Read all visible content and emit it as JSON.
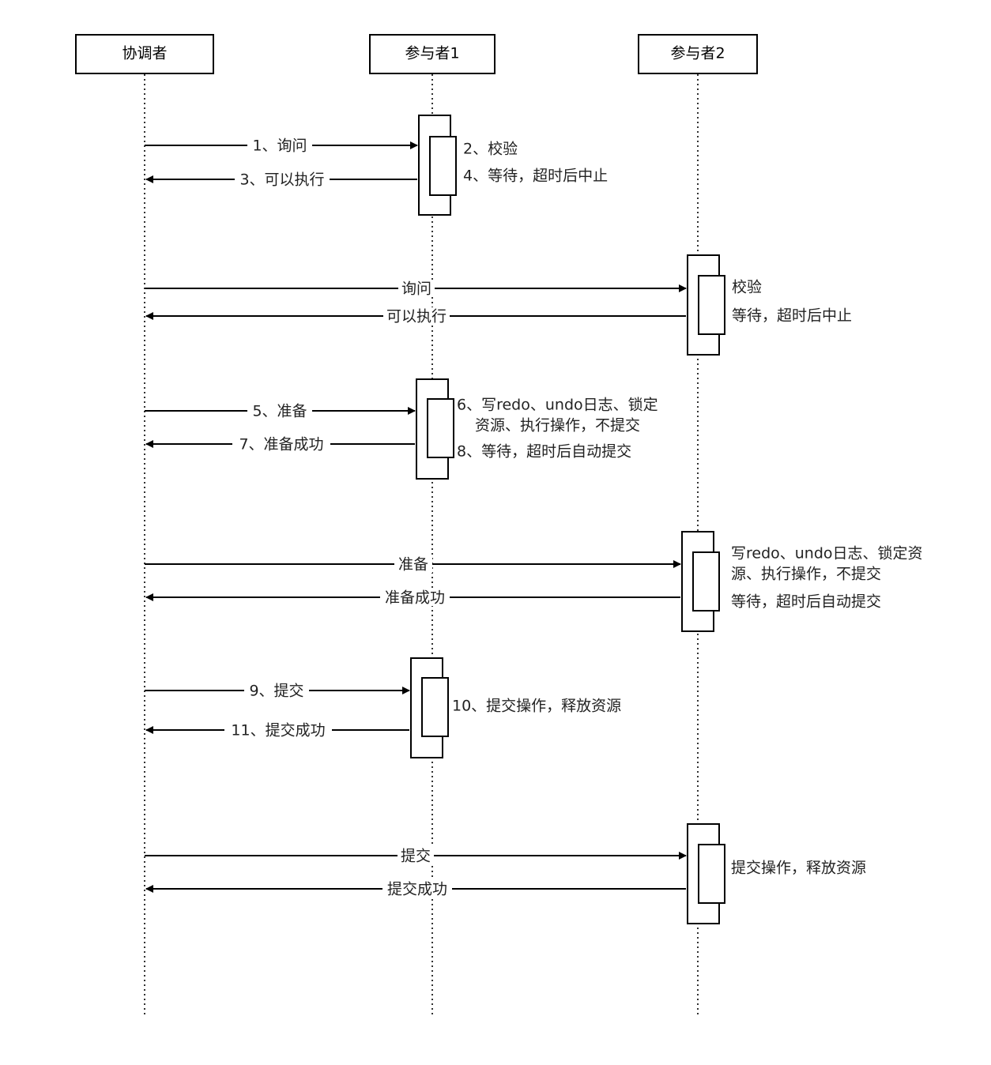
{
  "actors": [
    {
      "id": "coordinator",
      "label": "协调者"
    },
    {
      "id": "p1",
      "label": "参与者1"
    },
    {
      "id": "p2",
      "label": "参与者2"
    }
  ],
  "messages": [
    {
      "id": "m1",
      "label": "1、询问"
    },
    {
      "id": "m3",
      "label": "3、可以执行"
    },
    {
      "id": "m1b",
      "label": "询问"
    },
    {
      "id": "m3b",
      "label": "可以执行"
    },
    {
      "id": "m5",
      "label": "5、准备"
    },
    {
      "id": "m7",
      "label": "7、准备成功"
    },
    {
      "id": "m5b",
      "label": "准备"
    },
    {
      "id": "m7b",
      "label": "准备成功"
    },
    {
      "id": "m9",
      "label": "9、提交"
    },
    {
      "id": "m11",
      "label": "11、提交成功"
    },
    {
      "id": "m9b",
      "label": "提交"
    },
    {
      "id": "m11b",
      "label": "提交成功"
    }
  ],
  "notes": [
    {
      "id": "n2",
      "label": "2、校验"
    },
    {
      "id": "n4",
      "label": "4、等待，超时后中止"
    },
    {
      "id": "n2b",
      "label": "校验"
    },
    {
      "id": "n4b",
      "label": "等待，超时后中止"
    },
    {
      "id": "n6a",
      "label": "6、写redo、undo日志、锁定"
    },
    {
      "id": "n6b",
      "label": "资源、执行操作，不提交"
    },
    {
      "id": "n8",
      "label": "8、等待，超时后自动提交"
    },
    {
      "id": "n6c",
      "label": "写redo、undo日志、锁定资"
    },
    {
      "id": "n6d",
      "label": "源、执行操作，不提交"
    },
    {
      "id": "n8b",
      "label": "等待，超时后自动提交"
    },
    {
      "id": "n10",
      "label": "10、提交操作，释放资源"
    },
    {
      "id": "n10b",
      "label": "提交操作，释放资源"
    }
  ]
}
